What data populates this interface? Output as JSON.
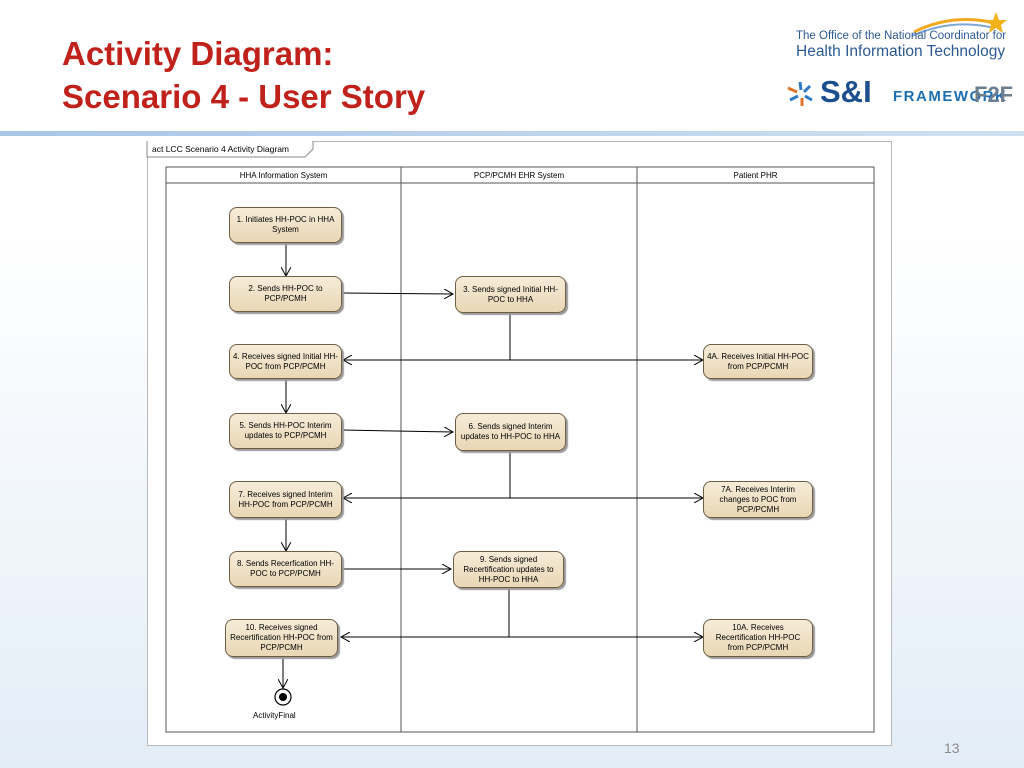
{
  "slide": {
    "title_line1": "Activity Diagram:",
    "title_line2": "Scenario 4 - User Story",
    "page_number": "13"
  },
  "logos": {
    "onc_line1": "The Office of the National Coordinator for",
    "onc_line2": "Health Information Technology",
    "si": "S&I",
    "framework": "FRAMEWORK",
    "f2f": "F2F"
  },
  "diagram": {
    "frame_label": "act LCC Scenario 4 Activity Diagram",
    "lanes": [
      "HHA Information System",
      "PCP/PCMH EHR System",
      "Patient PHR"
    ],
    "nodes": {
      "n1": "1. Initiates HH-POC in HHA System",
      "n2": "2. Sends HH-POC to PCP/PCMH",
      "n3": "3. Sends signed Initial HH-POC to HHA",
      "n4": "4. Receives signed Initial HH-POC from PCP/PCMH",
      "n4a": "4A. Receives Initial HH-POC from PCP/PCMH",
      "n5": "5. Sends HH-POC Interim updates to PCP/PCMH",
      "n6": "6. Sends signed Interim updates to HH-POC to HHA",
      "n7": "7. Receives signed Interim HH-POC from PCP/PCMH",
      "n7a": "7A. Receives Interim changes to POC from PCP/PCMH",
      "n8": "8. Sends Recerfication HH-POC to PCP/PCMH",
      "n9": "9. Sends signed Recertification updates to HH-POC to HHA",
      "n10": "10. Receives signed Recertification HH-POC from PCP/PCMH",
      "n10a": "10A. Receives Recertification HH-POC from PCP/PCMH"
    },
    "final_label": "ActivityFinal"
  },
  "colors": {
    "title": "#c0221b",
    "node_fill": "#efe1c6",
    "node_border": "#6e5e44",
    "logo_blue": "#1d4f8f"
  }
}
